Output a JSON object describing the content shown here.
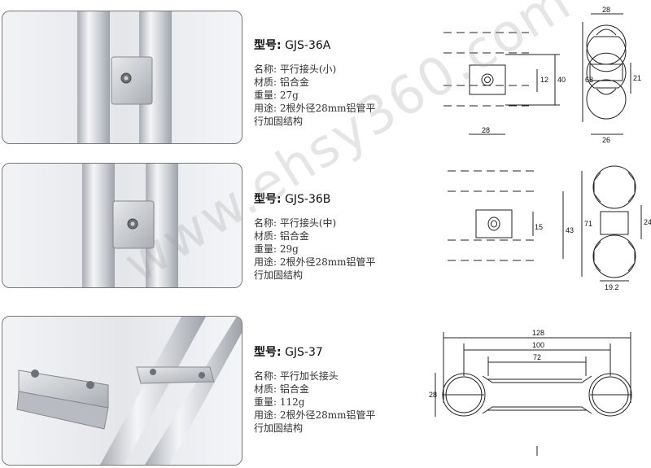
{
  "watermark": "www.ehsy360.com",
  "products": [
    {
      "model_label": "型号:",
      "model": "GJS-36A",
      "specs": [
        "名称: 平行接头(小)",
        "材质: 铝合金",
        "重量: 27g",
        "用途: 2根外径28mm铝管平",
        "行加固结构"
      ],
      "dims": {
        "top": "28",
        "h12": "12",
        "h40": "40",
        "h68": "68",
        "bottom_left": "28",
        "bottom_right": "26",
        "right": "21"
      }
    },
    {
      "model_label": "型号:",
      "model": "GJS-36B",
      "specs": [
        "名称: 平行接头(中)",
        "材质: 铝合金",
        "重量: 29g",
        "用途: 2根外径28mm铝管平",
        "行加固结构"
      ],
      "dims": {
        "h15": "15",
        "h43": "43",
        "h71": "71",
        "right": "24",
        "bottom": "19.2"
      }
    },
    {
      "model_label": "型号:",
      "model": "GJS-37",
      "specs": [
        "名称: 平行加长接头",
        "材质: 铝合金",
        "重量: 112g",
        "用途: 2根外径28mm铝管平",
        "行加固结构"
      ],
      "dims": {
        "w128": "128",
        "w100": "100",
        "w72": "72",
        "left": "28"
      }
    }
  ]
}
